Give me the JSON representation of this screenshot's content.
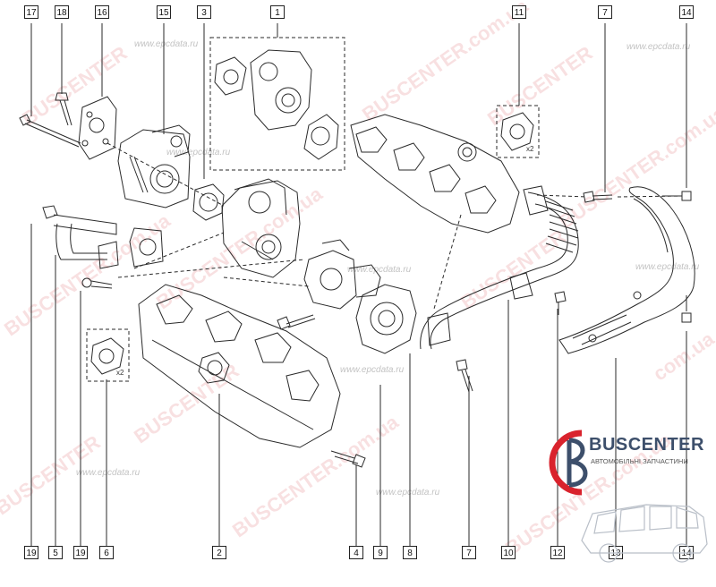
{
  "callouts_top": [
    "17",
    "18",
    "16",
    "15",
    "3",
    "1",
    "11",
    "7",
    "14"
  ],
  "callouts_bottom": [
    "19",
    "5",
    "19",
    "6",
    "2",
    "4",
    "9",
    "8",
    "7",
    "10",
    "12",
    "13",
    "14"
  ],
  "quantity_marks": [
    "x2",
    "x2"
  ],
  "watermarks": {
    "site": "www.epcdata.ru",
    "brand_red": "BUSCENTER",
    "brand_domain": "BUSCENTER.com.ua",
    "domain_short": "com.ua"
  },
  "logo": {
    "name": "BUSCENTER",
    "tagline": "АВТОМОБІЛЬНІ ЗАПЧАСТИНИ"
  },
  "colors": {
    "line": "#2a2a2a",
    "watermark_red": "#d63c46",
    "logo_blue": "#3d4f6b",
    "logo_red": "#d9232d"
  }
}
